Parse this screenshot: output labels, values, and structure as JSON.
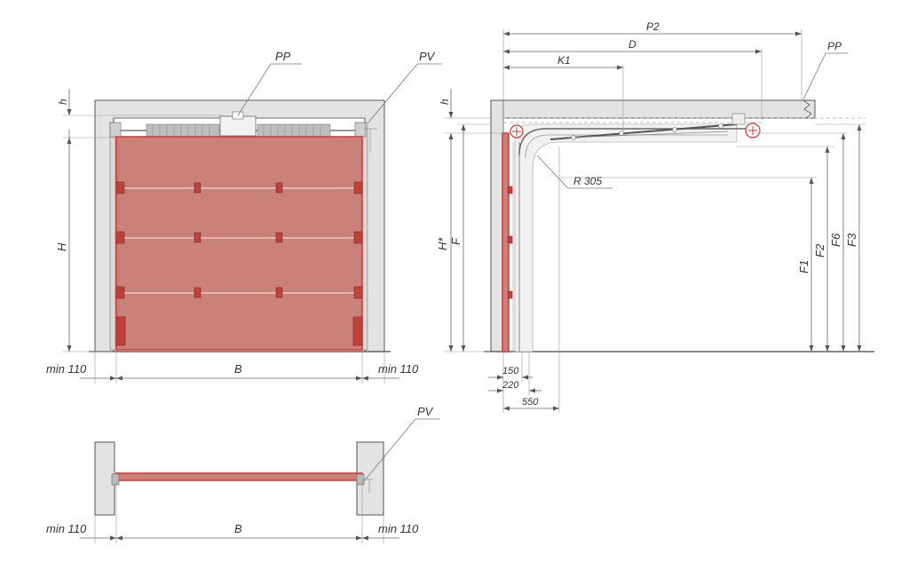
{
  "front_view": {
    "pp_label": "PP",
    "pv_label": "PV",
    "h_label": "h",
    "H_label": "H",
    "B_label": "B",
    "min_left_label": "min 110",
    "min_right_label": "min 110"
  },
  "plan_view": {
    "pv_label": "PV",
    "B_label": "B",
    "min_left_label": "min 110",
    "min_right_label": "min 110"
  },
  "side_view": {
    "p2_label": "P2",
    "d_label": "D",
    "k1_label": "K1",
    "pp_label": "PP",
    "h_label": "h",
    "h_star_label": "H*",
    "f_label": "F",
    "r_label": "R 305",
    "f1_label": "F1",
    "f2_label": "F2",
    "f6_label": "F6",
    "f3_label": "F3",
    "dim_150": "150",
    "dim_220": "220",
    "dim_550": "550"
  },
  "colors": {
    "door_fill": "#c98179",
    "door_edge": "#e0302a",
    "wall_fill": "#e3e3e3"
  }
}
